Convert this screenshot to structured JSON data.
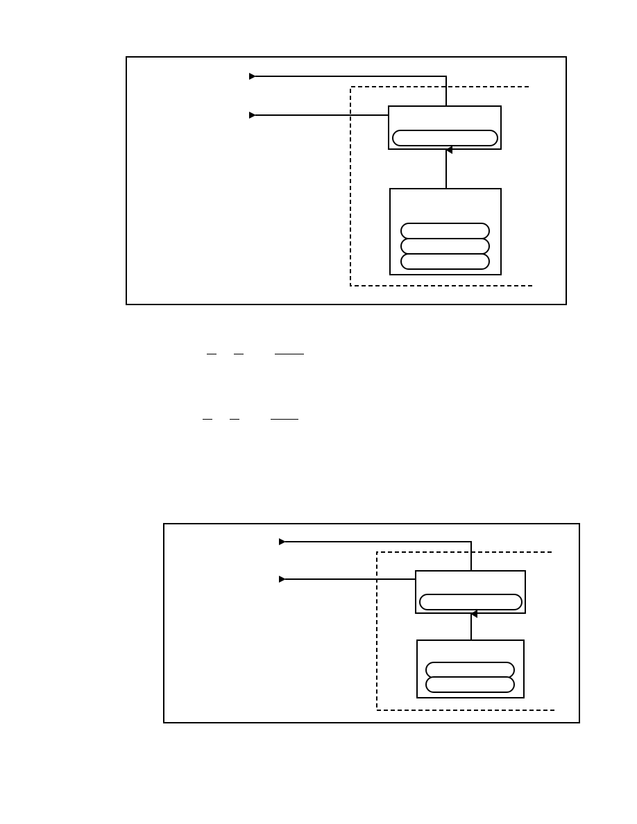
{
  "colors": {
    "ink": "#000000",
    "paper": "#ffffff"
  },
  "diagrams": [
    {
      "name": "figure-top",
      "stacked_pill_count": 3
    },
    {
      "name": "figure-bottom",
      "stacked_pill_count": 2
    }
  ],
  "equations": [
    {
      "name": "equation-1",
      "fraction_bar_count": 3
    },
    {
      "name": "equation-2",
      "fraction_bar_count": 3
    }
  ]
}
